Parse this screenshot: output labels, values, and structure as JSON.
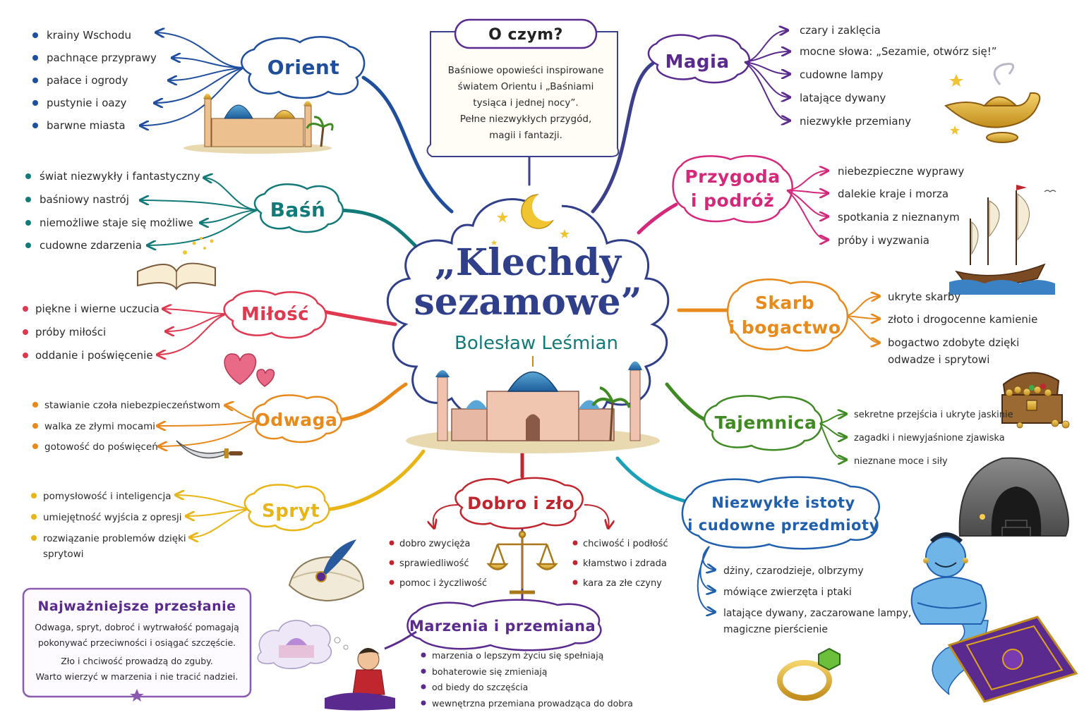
{
  "title": {
    "line1": "„Klechdy",
    "line2": "sezamowe”",
    "author": "Bolesław Leśmian"
  },
  "about": {
    "heading": "O czym?",
    "lines": [
      "Baśniowe opowieści inspirowane",
      "światem Orientu i „Baśniami",
      "tysiąca i jednej nocy”.",
      "Pełne niezwykłych przygód,",
      "magii i fantazji."
    ]
  },
  "topics": {
    "orient": {
      "label": "Orient",
      "color": "#1f4e9c",
      "items": [
        "krainy Wschodu",
        "pachnące przyprawy",
        "pałace i ogrody",
        "pustynie i oazy",
        "barwne miasta"
      ]
    },
    "basn": {
      "label": "Baśń",
      "color": "#137a7a",
      "items": [
        "świat niezwykły i fantastyczny",
        "baśniowy nastrój",
        "niemożliwe staje się możliwe",
        "cudowne zdarzenia"
      ]
    },
    "milosc": {
      "label": "Miłość",
      "color": "#e0394f",
      "items": [
        "piękne i wierne uczucia",
        "próby miłości",
        "oddanie i poświęcenie"
      ]
    },
    "odwaga": {
      "label": "Odwaga",
      "color": "#e8891b",
      "items": [
        "stawianie czoła niebezpieczeństwom",
        "walka ze złymi mocami",
        "gotowość do poświęceń"
      ]
    },
    "spryt": {
      "label": "Spryt",
      "color": "#e8b514",
      "items": [
        "pomysłowość i inteligencja",
        "umiejętność wyjścia z opresji",
        "rozwiązanie problemów dzięki",
        "sprytowi"
      ]
    },
    "magia": {
      "label": "Magia",
      "color": "#5a2a8e",
      "items": [
        "czary i zaklęcia",
        "mocne słowa: „Sezamie, otwórz się!”",
        "cudowne lampy",
        "latające dywany",
        "niezwykłe przemiany"
      ]
    },
    "przygoda": {
      "label1": "Przygoda",
      "label2": "i podróż",
      "color": "#d6287a",
      "items": [
        "niebezpieczne wyprawy",
        "dalekie kraje i morza",
        "spotkania z nieznanym",
        "próby i wyzwania"
      ]
    },
    "skarb": {
      "label1": "Skarb",
      "label2": "i bogactwo",
      "color": "#e8891b",
      "items": [
        "ukryte skarby",
        "złoto i drogocenne kamienie",
        "bogactwo zdobyte dzięki",
        "odwadze i sprytowi"
      ]
    },
    "tajemnica": {
      "label": "Tajemnica",
      "color": "#3f8a22",
      "items": [
        "sekretne przejścia i ukryte jaskinie",
        "zagadki i niewyjaśnione zjawiska",
        "nieznane moce i siły"
      ]
    },
    "istoty": {
      "label1": "Niezwykłe istoty",
      "label2": "i cudowne przedmioty",
      "color": "#1f5fae",
      "items": [
        "dżiny, czarodzieje, olbrzymy",
        "mówiące zwierzęta i ptaki",
        "latające dywany, zaczarowane lampy,",
        "magiczne pierścienie"
      ]
    },
    "dobro": {
      "label": "Dobro i zło",
      "color": "#c0262e",
      "left_items": [
        "dobro zwycięża",
        "sprawiedliwość",
        "pomoc i życzliwość"
      ],
      "right_items": [
        "chciwość i podłość",
        "kłamstwo i zdrada",
        "kara za złe czyny"
      ]
    },
    "marzenia": {
      "label": "Marzenia i przemiana",
      "color": "#5a2a8e",
      "items": [
        "marzenia o lepszym życiu się spełniają",
        "bohaterowie się zmieniają",
        "od biedy do szczęścia",
        "wewnętrzna przemiana prowadząca do dobra"
      ]
    }
  },
  "message": {
    "heading": "Najważniejsze przesłanie",
    "lines": [
      "Odwaga, spryt, dobroć i wytrwałość pomagają",
      "pokonywać przeciwności i osiągać szczęście.",
      "Zło i chciwość prowadzą do zguby.",
      "Warto wierzyć w marzenia i nie tracić nadziei."
    ]
  },
  "icons": [
    "crescent-moon-icon",
    "palace-icon",
    "open-book-icon",
    "hearts-icon",
    "scimitar-icon",
    "turban-icon",
    "dreaming-boy-icon",
    "scales-icon",
    "magic-lamp-icon",
    "ship-icon",
    "treasure-chest-icon",
    "cave-icon",
    "genie-icon",
    "flying-carpet-icon",
    "ring-icon",
    "star-icon"
  ]
}
